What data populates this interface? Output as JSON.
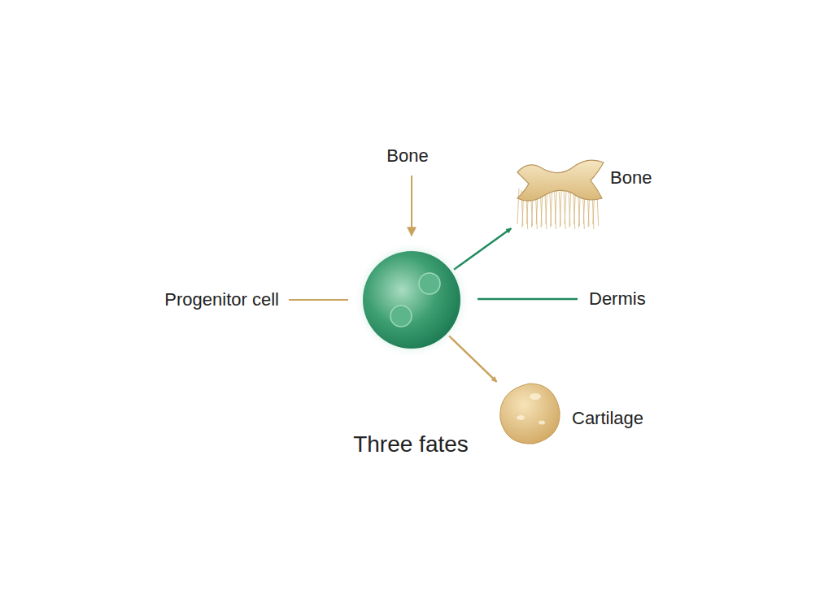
{
  "diagram": {
    "nodes": [
      {
        "text": [
          "Progenitor cell"
        ]
      },
      {
        "text": [
          "Bone"
        ]
      },
      {
        "text": [
          "Cartilage"
        ]
      }
    ],
    "edges": [
      {
        "from": 0,
        "to": 1,
        "arrow": "to"
      },
      {
        "from": 0,
        "to": 2,
        "arrow": "to"
      }
    ],
    "labels": [
      "Bone",
      "Dermis",
      "Three fates"
    ]
  }
}
